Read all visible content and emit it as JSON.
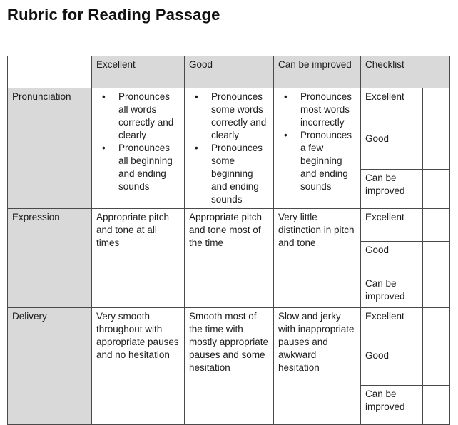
{
  "page": {
    "title": "Rubric for Reading Passage"
  },
  "theme": {
    "header_fill": "#d9d9d9",
    "label_fill": "#d9d9d9",
    "border_color": "#4a4a4a",
    "text_color": "#1c1c1c",
    "background": "#ffffff"
  },
  "rubric_table": {
    "column_headers": {
      "criterion": "",
      "excellent": "Excellent",
      "good": "Good",
      "improved": "Can be improved",
      "checklist": "Checklist"
    },
    "checklist_options": [
      "Excellent",
      "Good",
      "Can be improved"
    ],
    "rows": [
      {
        "criterion": "Pronunciation",
        "excellent_bullets": [
          "Pronounces all words correctly and clearly",
          "Pronounces all beginning and ending sounds"
        ],
        "good_bullets": [
          "Pronounces some words correctly and clearly",
          "Pronounces some beginning and ending sounds"
        ],
        "improved_bullets": [
          "Pronounces most words incorrectly",
          "Pronounces a few beginning and ending sounds"
        ]
      },
      {
        "criterion": "Expression",
        "excellent_text": "Appropriate pitch and tone at all times",
        "good_text": "Appropriate pitch and tone most of the time",
        "improved_text": "Very little distinction in pitch and tone"
      },
      {
        "criterion": "Delivery",
        "excellent_text": "Very smooth throughout with appropriate pauses and no hesitation",
        "good_text": "Smooth most of the time with mostly appropriate pauses and some hesitation",
        "improved_text": "Slow and jerky with inappropriate pauses and awkward hesitation"
      }
    ]
  }
}
